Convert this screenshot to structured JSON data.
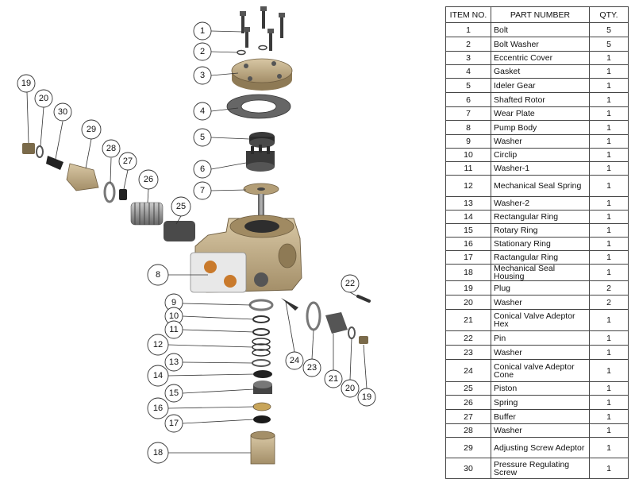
{
  "bom": {
    "headers": {
      "item_no": "ITEM NO.",
      "part_number": "PART NUMBER",
      "qty": "QTY."
    },
    "rows": [
      {
        "item": "1",
        "part": "Bolt",
        "qty": "5"
      },
      {
        "item": "2",
        "part": "Bolt Washer",
        "qty": "5"
      },
      {
        "item": "3",
        "part": "Eccentric Cover",
        "qty": "1"
      },
      {
        "item": "4",
        "part": "Gasket",
        "qty": "1"
      },
      {
        "item": "5",
        "part": "Ideler Gear",
        "qty": "1"
      },
      {
        "item": "6",
        "part": "Shafted Rotor",
        "qty": "1"
      },
      {
        "item": "7",
        "part": "Wear Plate",
        "qty": "1"
      },
      {
        "item": "8",
        "part": "Pump Body",
        "qty": "1"
      },
      {
        "item": "9",
        "part": "Washer",
        "qty": "1"
      },
      {
        "item": "10",
        "part": "Circlip",
        "qty": "1"
      },
      {
        "item": "11",
        "part": "Washer-1",
        "qty": "1"
      },
      {
        "item": "12",
        "part": "Mechanical Seal Spring",
        "qty": "1"
      },
      {
        "item": "13",
        "part": "Washer-2",
        "qty": "1"
      },
      {
        "item": "14",
        "part": "Rectangular Ring",
        "qty": "1"
      },
      {
        "item": "15",
        "part": "Rotary Ring",
        "qty": "1"
      },
      {
        "item": "16",
        "part": "Stationary Ring",
        "qty": "1"
      },
      {
        "item": "17",
        "part": "Ractangular Ring",
        "qty": "1"
      },
      {
        "item": "18",
        "part": "Mechanical Seal Housing",
        "qty": "1"
      },
      {
        "item": "19",
        "part": "Plug",
        "qty": "2"
      },
      {
        "item": "20",
        "part": "Washer",
        "qty": "2"
      },
      {
        "item": "21",
        "part": "Conical Valve Adeptor Hex",
        "qty": "1"
      },
      {
        "item": "22",
        "part": "Pin",
        "qty": "1"
      },
      {
        "item": "23",
        "part": "Washer",
        "qty": "1"
      },
      {
        "item": "24",
        "part": "Conical valve Adeptor Cone",
        "qty": "1"
      },
      {
        "item": "25",
        "part": "Piston",
        "qty": "1"
      },
      {
        "item": "26",
        "part": "Spring",
        "qty": "1"
      },
      {
        "item": "27",
        "part": "Buffer",
        "qty": "1"
      },
      {
        "item": "28",
        "part": "Washer",
        "qty": "1"
      },
      {
        "item": "29",
        "part": "Adjusting Screw Adeptor",
        "qty": "1"
      },
      {
        "item": "30",
        "part": "Pressure Regulating Screw",
        "qty": "1"
      }
    ]
  },
  "balloons": [
    "1",
    "2",
    "3",
    "4",
    "5",
    "6",
    "7",
    "8",
    "9",
    "10",
    "11",
    "12",
    "13",
    "14",
    "15",
    "16",
    "17",
    "18",
    "19",
    "20",
    "30",
    "29",
    "28",
    "27",
    "26",
    "25",
    "22",
    "24",
    "23",
    "21",
    "20",
    "19"
  ],
  "colors": {
    "bronze": "#c2ad86",
    "bronze_dark": "#8e7a55",
    "steel": "#6f6f6f",
    "dark": "#2b2b2b",
    "line": "#333333"
  }
}
